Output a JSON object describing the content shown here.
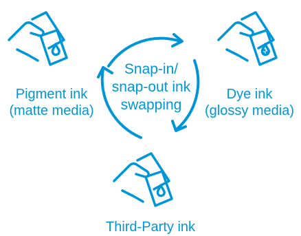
{
  "diagram": {
    "center_label": {
      "line1": "Snap-in/",
      "line2": "snap-out ink",
      "line3": "swapping"
    },
    "nodes": [
      {
        "id": "pigment",
        "line1": "Pigment ink",
        "line2": "(matte media)",
        "icon": "hand-cartridge-single-drop-icon"
      },
      {
        "id": "dye",
        "line1": "Dye ink",
        "line2": "(glossy media)",
        "icon": "hand-cartridge-multi-drop-icon"
      },
      {
        "id": "third-party",
        "line1": "Third-Party ink",
        "line2": "",
        "icon": "hand-cartridge-single-drop-icon"
      }
    ],
    "colors": {
      "accent": "#0096d6"
    }
  }
}
